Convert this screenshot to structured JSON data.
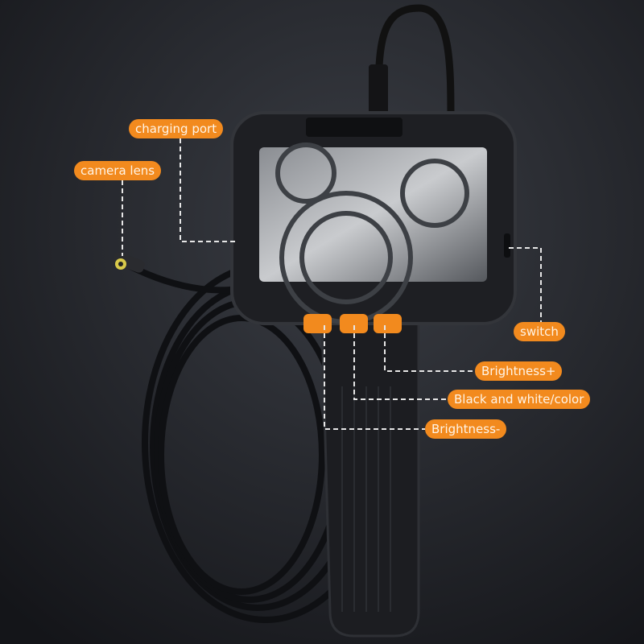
{
  "labels": {
    "charging_port": "charging port",
    "camera_lens": "camera lens",
    "switch": "switch",
    "brightness_plus": "Brightness+",
    "bw_color": "Black and white/color",
    "brightness_minus": "Brightness-"
  },
  "colors": {
    "accent": "#f28a1e",
    "background": "#1b1d22",
    "device": "#1e1f23"
  }
}
